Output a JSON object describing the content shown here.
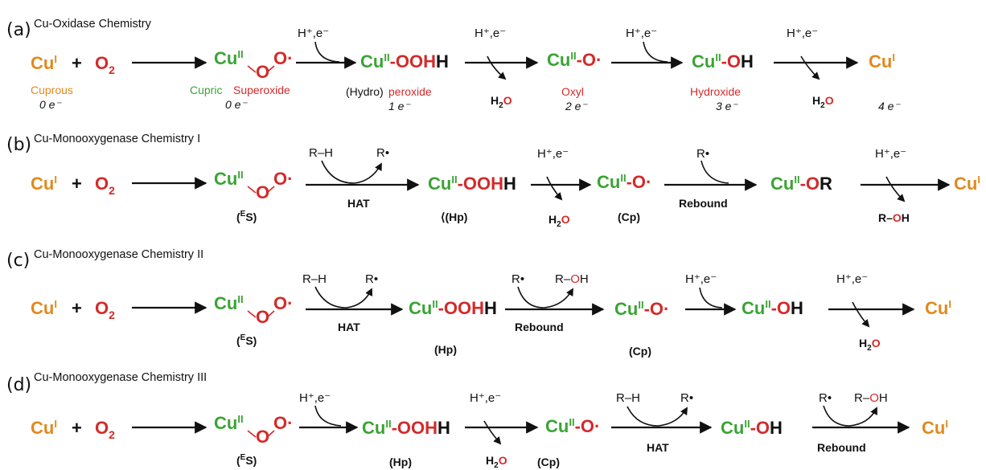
{
  "panels": {
    "a": {
      "letter": "(a)",
      "title": "Cu-Oxidase Chemistry"
    },
    "b": {
      "letter": "(b)",
      "title": "Cu-Monooxygenase Chemistry I"
    },
    "c": {
      "letter": "(c)",
      "title": "Cu-Monooxygenase Chemistry II"
    },
    "d": {
      "letter": "(d)",
      "title": "Cu-Monooxygenase Chemistry III"
    }
  },
  "species": {
    "cu": "Cu",
    "sup_I": "I",
    "sup_II": "II",
    "plus": "+",
    "o2_O": "O",
    "o2_sub": "2",
    "O": "O",
    "Odot": "O·",
    "ooh_dash": "-OOH",
    "ooh_O": "OO",
    "H": "H",
    "dash": "-",
    "R": "R",
    "oh_dash": "-O"
  },
  "labels_a": {
    "cuprous": "Cuprous",
    "cupric": "Cupric",
    "superoxide": "Superoxide",
    "hydro_paren": "(Hydro)",
    "peroxide": "peroxide",
    "oxyl": "Oxyl",
    "hydroxide": "Hydroxide",
    "e0a": "0 e⁻",
    "e0b": "0 e⁻",
    "e1": "1 e⁻",
    "e2": "2 e⁻",
    "e3": "3 e⁻",
    "e4": "4 e⁻"
  },
  "reagents": {
    "hpe": "H⁺,e⁻",
    "h2o_H": "H",
    "h2o_2": "2",
    "h2o_O": "O",
    "rh": "R–H",
    "rdot": "R•",
    "roh_R": "R–",
    "roh_O": "O",
    "roh_H": "H",
    "hat": "HAT",
    "rebound": "Rebound"
  },
  "tags": {
    "es_open": "(",
    "es_E": "E",
    "es_rest": "S)",
    "hp": "(Hp)",
    "hp_b": "⟨(Hp)",
    "cp": "(Cp)"
  }
}
